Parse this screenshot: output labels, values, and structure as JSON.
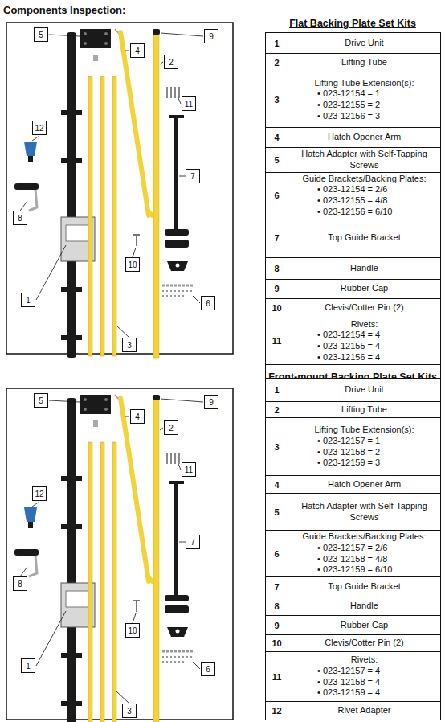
{
  "diagram": {
    "title": "Components Inspection:",
    "labels": [
      "5",
      "9",
      "4",
      "2",
      "11",
      "12",
      "8",
      "7",
      "10",
      "6",
      "1",
      "3",
      "Flat Backing Plate Set Kits",
      "1",
      "Drive Unit",
      "2",
      "Lifting Tube",
      "3",
      "Lifting Tube Extension(s):",
      "• 023-12154 = 1",
      "• 023-12155 = 2",
      "• 023-12156 = 3",
      "4",
      "Hatch Opener Arm",
      "5",
      "Hatch Adapter with Self-Tapping Screws",
      "6",
      "Guide Brackets/Backing Plates:",
      "• 023-12154 = 2/6",
      "• 023-12155 = 4/8",
      "• 023-12156 = 6/10",
      "7",
      "Top Guide Bracket",
      "8",
      "Handle",
      "9",
      "Rubber Cap",
      "10",
      "Clevis/Cotter Pin (2)",
      "11",
      "Rivets:",
      "• 023-12154 = 4",
      "• 023-12155 = 4",
      "• 023-12156 = 4",
      "12",
      "Rivet Adapter",
      "5",
      "9",
      "4",
      "2",
      "11",
      "12",
      "8",
      "7",
      "10",
      "6",
      "1",
      "3",
      "Front-mount Backing Plate Set Kits",
      "1",
      "Drive Unit",
      "2",
      "Lifting Tube",
      "3",
      "Lifting Tube Extension(s):",
      "• 023-12157 = 1",
      "• 023-12158 = 2",
      "• 023-12159 = 3",
      "4",
      "Hatch Opener Arm",
      "5",
      "Hatch Adapter with Self-Tapping Screws",
      "6",
      "Guide Brackets/Backing Plates:",
      "• 023-12157 = 2/6",
      "• 023-12158 = 4/8",
      "• 023-12159 = 6/10",
      "7",
      "Top Guide Bracket",
      "8",
      "Handle",
      "9",
      "Rubber Cap",
      "10",
      "Clevis/Cotter Pin (2)",
      "11",
      "Rivets:",
      "• 023-12157 = 4",
      "• 023-12158 = 4",
      "• 023-12159 = 4",
      "12",
      "Rivet Adapter"
    ]
  }
}
